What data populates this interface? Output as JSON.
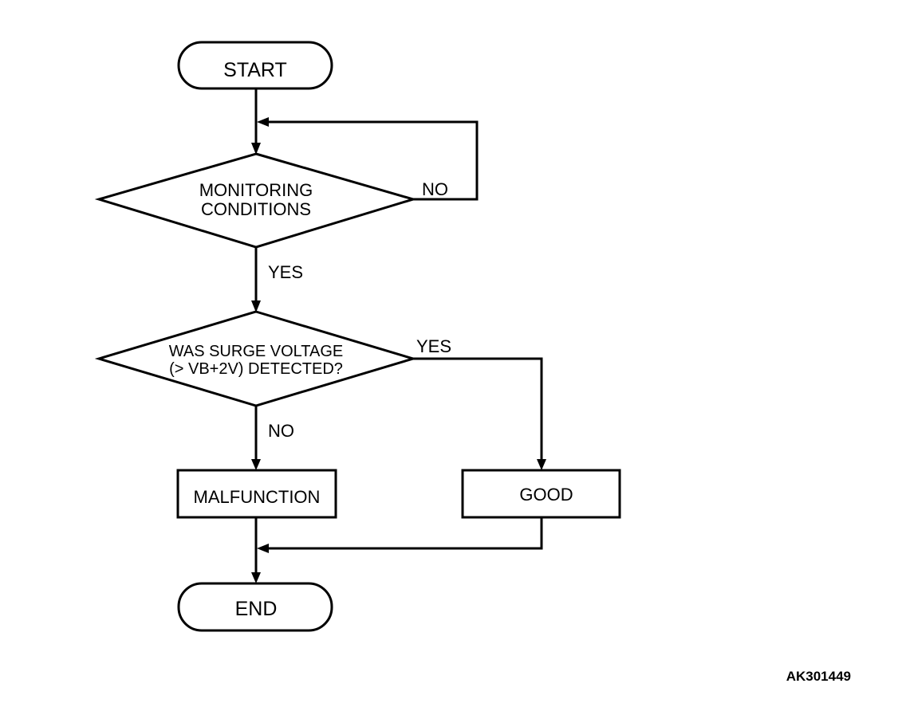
{
  "flowchart": {
    "start": "START",
    "monitoring": {
      "line1": "MONITORING",
      "line2": "CONDITIONS",
      "no_label": "NO",
      "yes_label": "YES"
    },
    "surge_check": {
      "line1": "WAS SURGE VOLTAGE",
      "line2": "(> VB+2V) DETECTED?",
      "yes_label": "YES",
      "no_label": "NO"
    },
    "malfunction": "MALFUNCTION",
    "good": "GOOD",
    "end": "END"
  },
  "figure_code": "AK301449"
}
